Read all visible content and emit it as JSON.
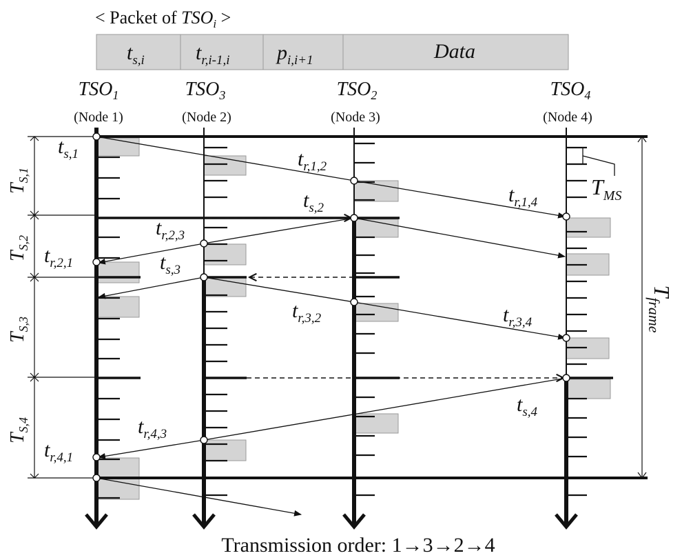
{
  "packet": {
    "title_prefix": "< Packet of ",
    "title_main": "TSO",
    "title_sub": "i",
    "title_suffix": " >",
    "fields": [
      {
        "main": "t",
        "sub": "s,i"
      },
      {
        "main": "t",
        "sub": "r,i-1,i"
      },
      {
        "main": "p",
        "sub": "i,i+1"
      },
      {
        "main": "Data",
        "sub": ""
      }
    ]
  },
  "nodes": [
    {
      "tso_main": "TSO",
      "tso_sub": "1",
      "node_label": "(Node 1)"
    },
    {
      "tso_main": "TSO",
      "tso_sub": "3",
      "node_label": "(Node 2)"
    },
    {
      "tso_main": "TSO",
      "tso_sub": "2",
      "node_label": "(Node 3)"
    },
    {
      "tso_main": "TSO",
      "tso_sub": "4",
      "node_label": "(Node 4)"
    }
  ],
  "slots": [
    {
      "main": "T",
      "sub": "S,1"
    },
    {
      "main": "T",
      "sub": "S,2"
    },
    {
      "main": "T",
      "sub": "S,3"
    },
    {
      "main": "T",
      "sub": "S,4"
    }
  ],
  "frame": {
    "main": "T",
    "sub": "frame"
  },
  "minislot": {
    "main": "T",
    "sub": "MS"
  },
  "event_labels": [
    {
      "main": "t",
      "sub": "s,1"
    },
    {
      "main": "t",
      "sub": "r,1,2"
    },
    {
      "main": "t",
      "sub": "r,1,4"
    },
    {
      "main": "t",
      "sub": "s,2"
    },
    {
      "main": "t",
      "sub": "r,2,3"
    },
    {
      "main": "t",
      "sub": "r,2,1"
    },
    {
      "main": "t",
      "sub": "s,3"
    },
    {
      "main": "t",
      "sub": "r,3,2"
    },
    {
      "main": "t",
      "sub": "r,3,4"
    },
    {
      "main": "t",
      "sub": "s,4"
    },
    {
      "main": "t",
      "sub": "r,4,3"
    },
    {
      "main": "t",
      "sub": "r,4,1"
    }
  ],
  "footer": {
    "transmission_order": "Transmission order: 1→3→2→4"
  }
}
